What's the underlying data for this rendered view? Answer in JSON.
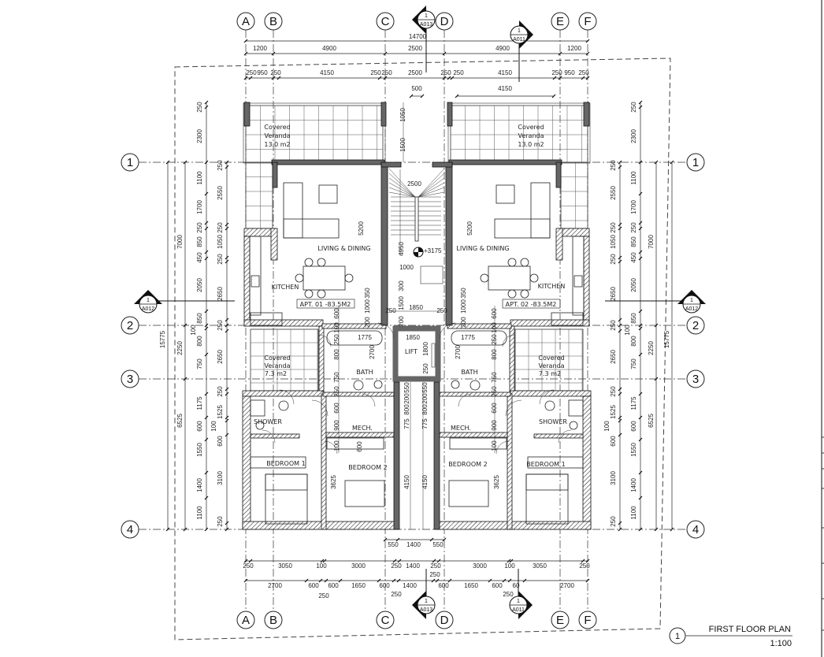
{
  "title_block": {
    "view_number": "1",
    "title": "FIRST FLOOR PLAN",
    "scale": "1:100"
  },
  "grid_columns": [
    "A",
    "B",
    "C",
    "D",
    "E",
    "F"
  ],
  "grid_rows": [
    "1",
    "2",
    "3",
    "4"
  ],
  "section_marks": {
    "top_a013": {
      "number": "1",
      "sheet": "A013"
    },
    "top_a011": {
      "number": "1",
      "sheet": "A011"
    },
    "left_a012": {
      "number": "1",
      "sheet": "A012"
    },
    "right_a012": {
      "number": "1",
      "sheet": "A012"
    },
    "bottom_a013": {
      "number": "1",
      "sheet": "A013"
    },
    "bottom_a011": {
      "number": "1",
      "sheet": "A011"
    }
  },
  "rooms": {
    "veranda_top_left": [
      "Covered",
      "Veranda",
      "13.0 m2"
    ],
    "veranda_top_right": [
      "Covered",
      "Veranda",
      "13.0 m2"
    ],
    "living_left": "LIVING & DINING",
    "living_right": "LIVING & DINING",
    "kitchen_left": "KITCHEN",
    "kitchen_right": "KITCHEN",
    "apt_left": "APT. 01 -83.5M2",
    "apt_right": "APT. 02 -83.5M2",
    "veranda_low_left": [
      "Covered",
      "Veranda",
      "7.3 m2"
    ],
    "veranda_low_right": [
      "Covered",
      "Veranda",
      "7.3 m2"
    ],
    "bath_left": "BATH",
    "bath_right": "BATH",
    "lift": "LIFT",
    "shower_left": "SHOWER",
    "shower_right": "SHOWER",
    "mech_left": "MECH.",
    "mech_right": "MECH.",
    "bedroom1_left": "BEDROOM 1",
    "bedroom2_left": "BEDROOM 2",
    "bedroom2_right": "BEDROOM 2",
    "bedroom1_right": "BEDROOM 1",
    "level": "+3175"
  },
  "dims": {
    "top_overall": "14700",
    "top_grid": [
      "1200",
      "4900",
      "2500",
      "4900",
      "1200"
    ],
    "top_detail": [
      "250",
      "950",
      "250",
      "4150",
      "250",
      "250",
      "2500",
      "250",
      "250",
      "4150",
      "250",
      "950",
      "250"
    ],
    "top_inner": [
      "500",
      "4150"
    ],
    "bottom_core": [
      "550",
      "1400",
      "550"
    ],
    "bottom_detail": [
      "250",
      "3050",
      "100",
      "3000",
      "250",
      "1400",
      "250",
      "3000",
      "100",
      "3050",
      "250"
    ],
    "bottom_openings": [
      "2700",
      "600",
      "600",
      "1650",
      "600",
      "1400",
      "600",
      "1650",
      "600",
      "60",
      "2700"
    ],
    "bottom_extra": [
      "250",
      "250",
      "250",
      "250"
    ],
    "left_outer": "15775",
    "left_major": [
      "7000",
      "2250",
      "6525"
    ],
    "left_detail": [
      "250",
      "2300",
      "1100",
      "1700",
      "250",
      "850",
      "450",
      "2050",
      "850",
      "100",
      "800",
      "750",
      "1175",
      "600",
      "1550",
      "1400",
      "1100"
    ],
    "left_wall": [
      "250",
      "2550",
      "250",
      "1050",
      "250",
      "2650",
      "250",
      "2650",
      "250",
      "1525",
      "100",
      "600",
      "3100",
      "250"
    ],
    "right_outer": "15775",
    "right_major": [
      "7000",
      "2250",
      "6525"
    ],
    "right_detail": [
      "250",
      "2300",
      "1100",
      "1700",
      "250",
      "850",
      "450",
      "2050",
      "850",
      "100",
      "800",
      "750",
      "1175",
      "600",
      "1550",
      "1400",
      "1100"
    ],
    "right_wall": [
      "250",
      "2550",
      "250",
      "1050",
      "250",
      "2650",
      "250",
      "2650",
      "250",
      "1525",
      "100",
      "600",
      "3100",
      "250"
    ],
    "interior": [
      "1050",
      "1500",
      "2500",
      "5200",
      "5200",
      "4950",
      "1000",
      "300",
      "1500",
      "1850",
      "200",
      "250",
      "250",
      "350",
      "1000",
      "200",
      "350",
      "1000",
      "200",
      "600",
      "100",
      "250",
      "800",
      "750",
      "600",
      "100",
      "250",
      "800",
      "750",
      "1775",
      "1775",
      "1850",
      "1800",
      "250",
      "2700",
      "2700",
      "550",
      "200",
      "800",
      "775",
      "550",
      "200",
      "800",
      "775",
      "250",
      "600",
      "900",
      "100",
      "250",
      "600",
      "900",
      "100",
      "600",
      "3625",
      "3625",
      "4150",
      "4150"
    ]
  }
}
